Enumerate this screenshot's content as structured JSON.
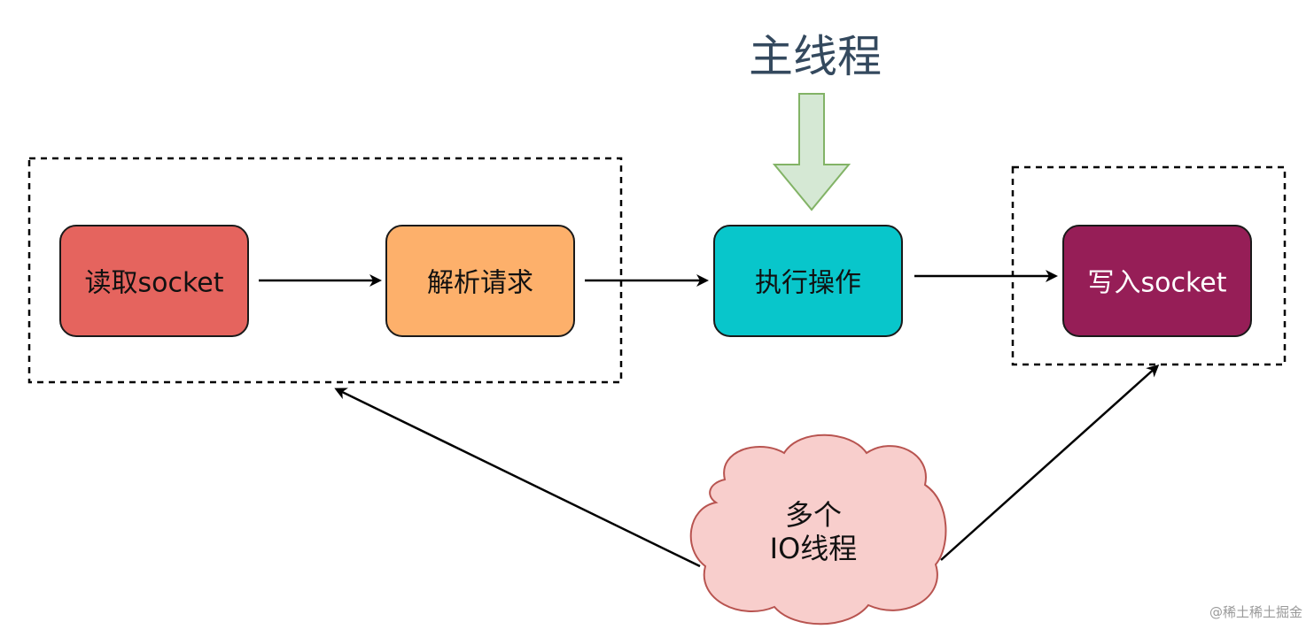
{
  "main_thread": {
    "label": "主线程"
  },
  "nodes": {
    "read_socket": {
      "label": "读取socket"
    },
    "parse_request": {
      "label": "解析请求"
    },
    "execute": {
      "label": "执行操作"
    },
    "write_socket": {
      "label": "写入socket"
    }
  },
  "io_threads": {
    "line1": "多个",
    "line2": "IO线程"
  },
  "watermark": {
    "text": "@稀土稀土掘金"
  },
  "colors": {
    "read_socket": "#e5645e",
    "parse_request": "#fdb06b",
    "execute": "#08c6cb",
    "write_socket": "#961e57",
    "main_arrow_fill": "#d5e8d4",
    "main_arrow_stroke": "#82b366",
    "cloud_fill": "#f8cecc",
    "cloud_stroke": "#b85450",
    "main_thread_text": "#34495e"
  }
}
